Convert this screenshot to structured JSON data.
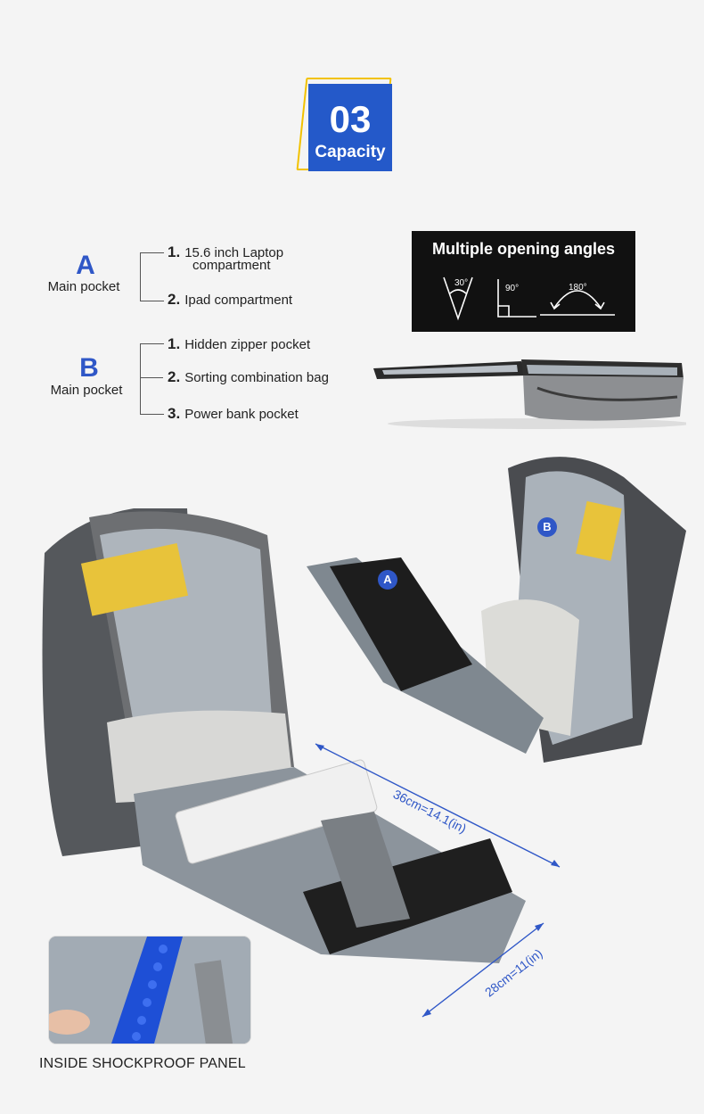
{
  "badge": {
    "number": "03",
    "label": "Capacity"
  },
  "pocket_a": {
    "letter": "A",
    "label": "Main pocket",
    "items": [
      {
        "num": "1.",
        "text": "15.6 inch Laptop",
        "text2": "compartment"
      },
      {
        "num": "2.",
        "text": "Ipad compartment"
      }
    ]
  },
  "pocket_b": {
    "letter": "B",
    "label": "Main pocket",
    "items": [
      {
        "num": "1.",
        "text": "Hidden zipper pocket"
      },
      {
        "num": "2.",
        "text": "Sorting combination bag"
      },
      {
        "num": "3.",
        "text": "Power bank pocket"
      }
    ]
  },
  "angles": {
    "title": "Multiple opening angles",
    "values": [
      "30°",
      "90°",
      "180°"
    ]
  },
  "dimensions": {
    "length": "36cm=14.1(in)",
    "width": "28cm=11(in)"
  },
  "markers": {
    "a": "A",
    "b": "B"
  },
  "shockproof": {
    "caption": "INSIDE SHOCKPROOF PANEL"
  },
  "colors": {
    "accent_blue": "#2f57c7",
    "badge_blue": "#2459c9",
    "badge_outline": "#f2c200",
    "angles_bg": "#111111"
  }
}
